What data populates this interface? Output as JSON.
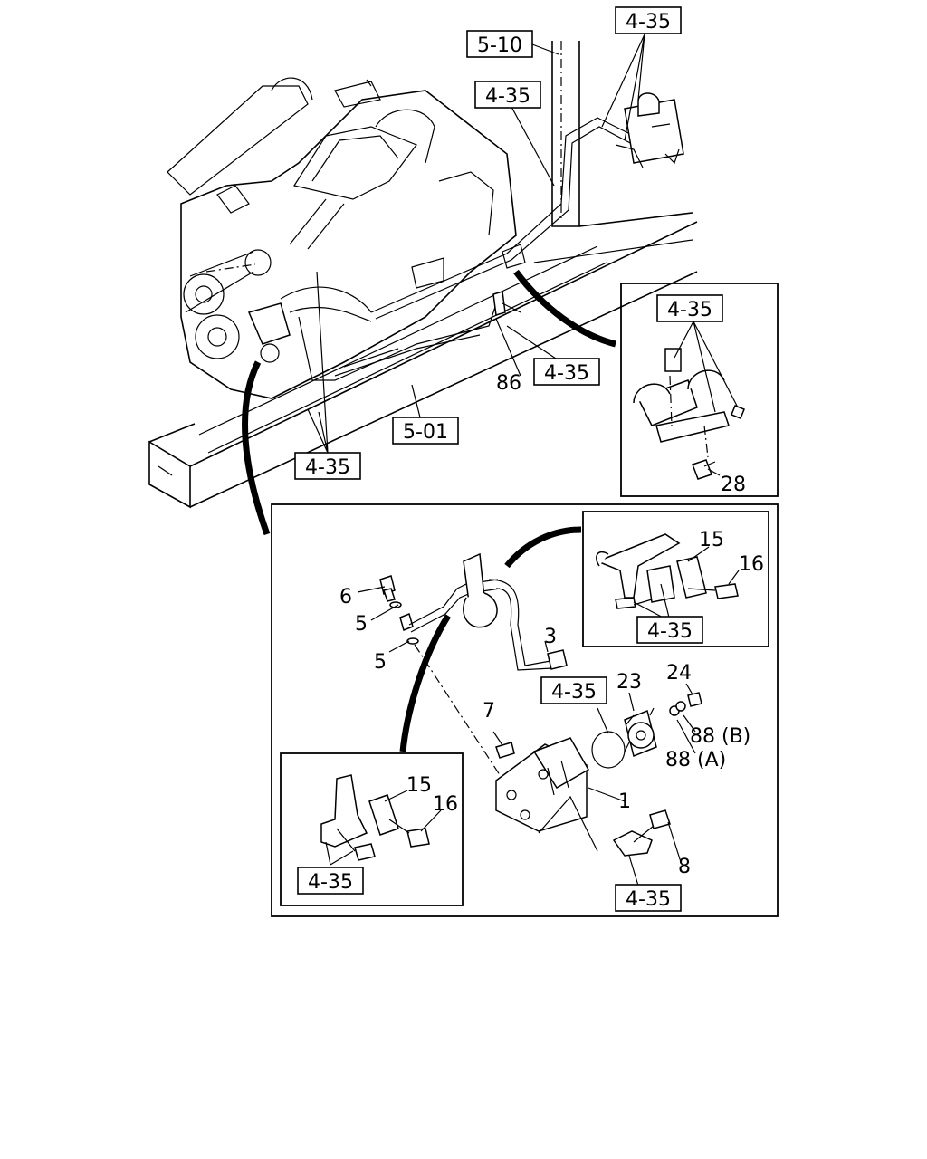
{
  "ref_boxes": {
    "top_right": "4-35",
    "top_5_10": "5-10",
    "upper_mid": "4-35",
    "right_mid": "4-35",
    "bottom_left_main": "4-35",
    "frame_5_01": "5-01",
    "inset_top_right": "4-35",
    "inset_clamp_right": "4-35",
    "detail_mid": "4-35",
    "inset_clamp_left": "4-35",
    "detail_bottom": "4-35"
  },
  "part_numbers": {
    "p86": "86",
    "p28": "28",
    "p6": "6",
    "p5a": "5",
    "p5b": "5",
    "p3": "3",
    "p15a": "15",
    "p16a": "16",
    "p23": "23",
    "p24": "24",
    "p88b": "88 (B)",
    "p88a": "88 (A)",
    "p7": "7",
    "p1": "1",
    "p8": "8",
    "p15b": "15",
    "p16b": "16"
  }
}
